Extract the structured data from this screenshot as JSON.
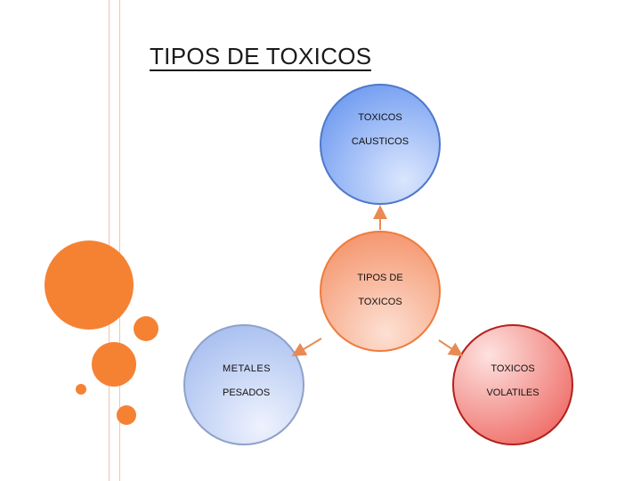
{
  "title": "TIPOS DE TOXICOS",
  "nodes": {
    "center": {
      "line1": "TIPOS DE",
      "line2": "TOXICOS"
    },
    "top": {
      "line1": "TOXICOS",
      "line2": "CAUSTICOS"
    },
    "left": {
      "line1": "METALES",
      "line2": "PESADOS"
    },
    "right": {
      "line1": "TOXICOS",
      "line2": "VOLATILES"
    }
  },
  "colors": {
    "accent_orange": "#f58233",
    "top_node": "#7ea7f5",
    "left_node": "#b7c9f3",
    "right_node": "#f27c78",
    "center_node": "#f7a07c"
  }
}
